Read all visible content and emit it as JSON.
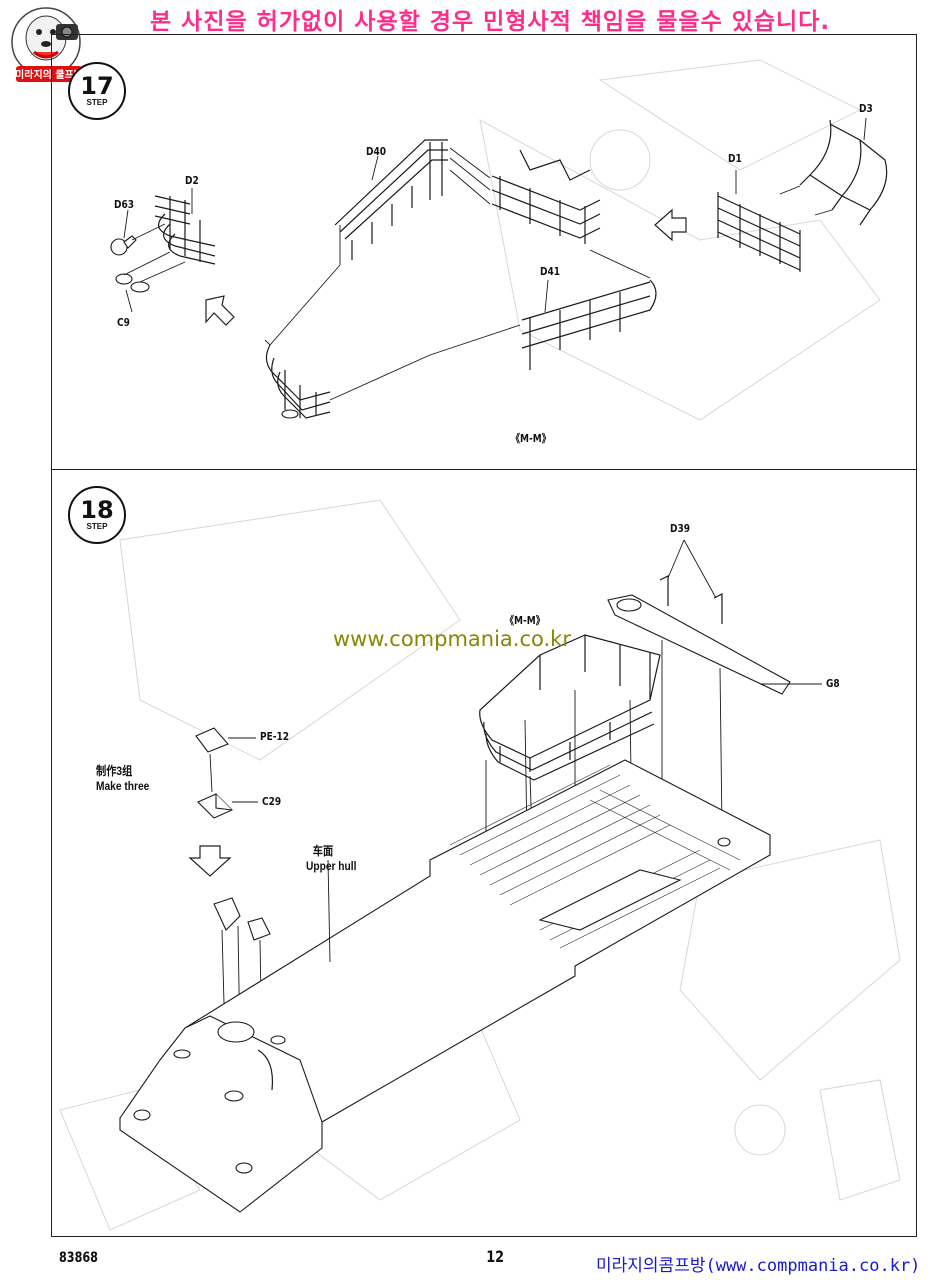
{
  "header": {
    "warning": "본 사진을 허가없이 사용할 경우 민형사적 책임을 물을수 있습니다.",
    "mascot_text": "미라지의 쿨프방"
  },
  "step17": {
    "number": "17",
    "step_word": "STEP",
    "parts": {
      "d63": "D63",
      "d2": "D2",
      "c9": "C9",
      "d40": "D40",
      "d41": "D41",
      "d1": "D1",
      "d3": "D3"
    },
    "view_label": "《M-M》"
  },
  "step18": {
    "number": "18",
    "step_word": "STEP",
    "parts": {
      "d39": "D39",
      "mm": "《M-M》",
      "g8": "G8",
      "pe12": "PE-12",
      "c29": "C29"
    },
    "make_three_zh": "制作3组",
    "make_three_en": "Make three",
    "upper_hull_zh": "车面",
    "upper_hull_en": "Upper hull"
  },
  "watermark": "www.compmania.co.kr",
  "footer": {
    "kit_code": "83868",
    "page_number": "12",
    "site": "미라지의콤프방(www.compmania.co.kr)"
  },
  "colors": {
    "warning": "#ff2d8a",
    "watermark": "#8a8600",
    "footer_site": "#1a1acc"
  }
}
